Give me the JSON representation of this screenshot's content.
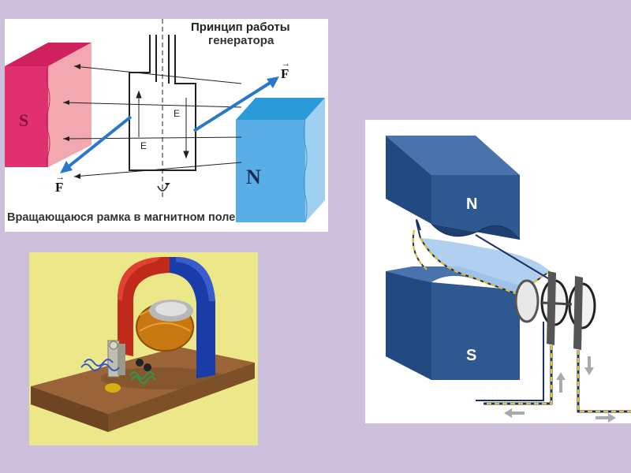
{
  "generator_diagram": {
    "title": "Принцип работы",
    "subtitle": "генератора",
    "caption": "Вращающаюся рамка в магнитном поле",
    "pole_s": "S",
    "pole_n": "N",
    "force_top": "F",
    "force_bottom": "F",
    "emf_right": "E",
    "emf_left": "E"
  },
  "dc_generator_diagram": {
    "pole_n": "N",
    "pole_s": "S"
  },
  "colors": {
    "background": "#ccc0dc",
    "pole_s_front": "#e0306e",
    "pole_s_side": "#f0a0a8",
    "pole_n_front": "#5aaee8",
    "pole_n_top": "#2a9ad8",
    "force_arrow": "#2a78c8",
    "magnet_blue": "#2d5890",
    "model_board": "#8a5a30",
    "model_background": "#ece88a"
  }
}
